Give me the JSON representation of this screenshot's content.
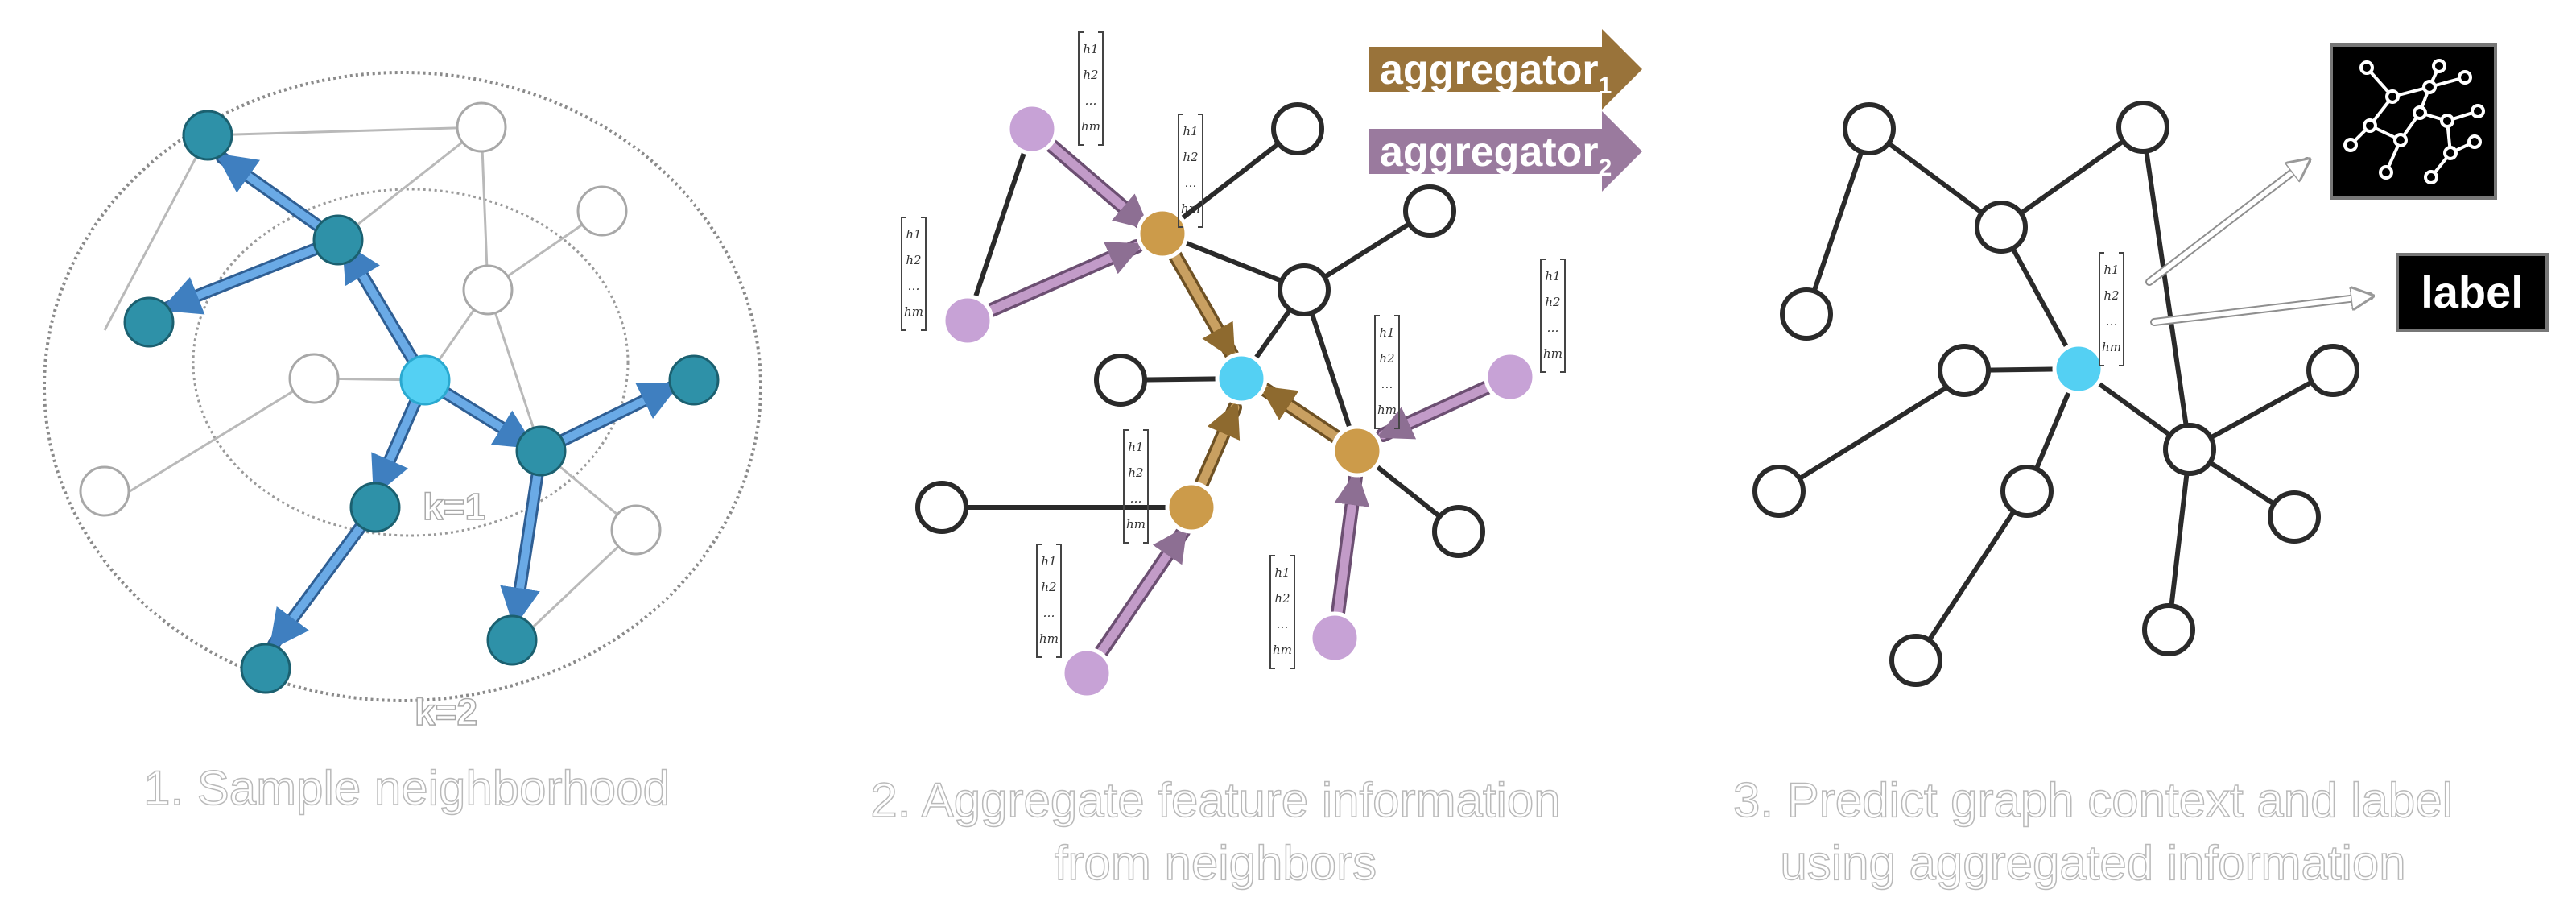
{
  "panels": [
    {
      "id": "sample",
      "caption_lines": [
        "1. Sample neighborhood"
      ]
    },
    {
      "id": "aggregate",
      "caption_lines": [
        "2. Aggregate feature information",
        "from neighbors"
      ]
    },
    {
      "id": "predict",
      "caption_lines": [
        "3. Predict graph context and label",
        "using aggregated information"
      ]
    }
  ],
  "hop_labels": {
    "inner": "k=1",
    "outer": "k=2"
  },
  "aggregators": [
    {
      "text": "aggregator",
      "subscript": "1",
      "color": "#99733a"
    },
    {
      "text": "aggregator",
      "subscript": "2",
      "color": "#9a7a9e"
    }
  ],
  "feature_vector": {
    "entries": [
      "h1",
      "h2",
      "…",
      "hm"
    ]
  },
  "output_label": "label",
  "colors": {
    "target": "#54d0f3",
    "sampled": "#2e91a8",
    "sample_arrow": "#5a9bd8",
    "layer1_node": "#cc9b4a",
    "layer2_node": "#c7a2d6",
    "agg1_arrow": "#a67f3e",
    "agg2_arrow": "#a586ab",
    "edge": "#2a2a2a",
    "light_edge": "#b3b3b3"
  }
}
